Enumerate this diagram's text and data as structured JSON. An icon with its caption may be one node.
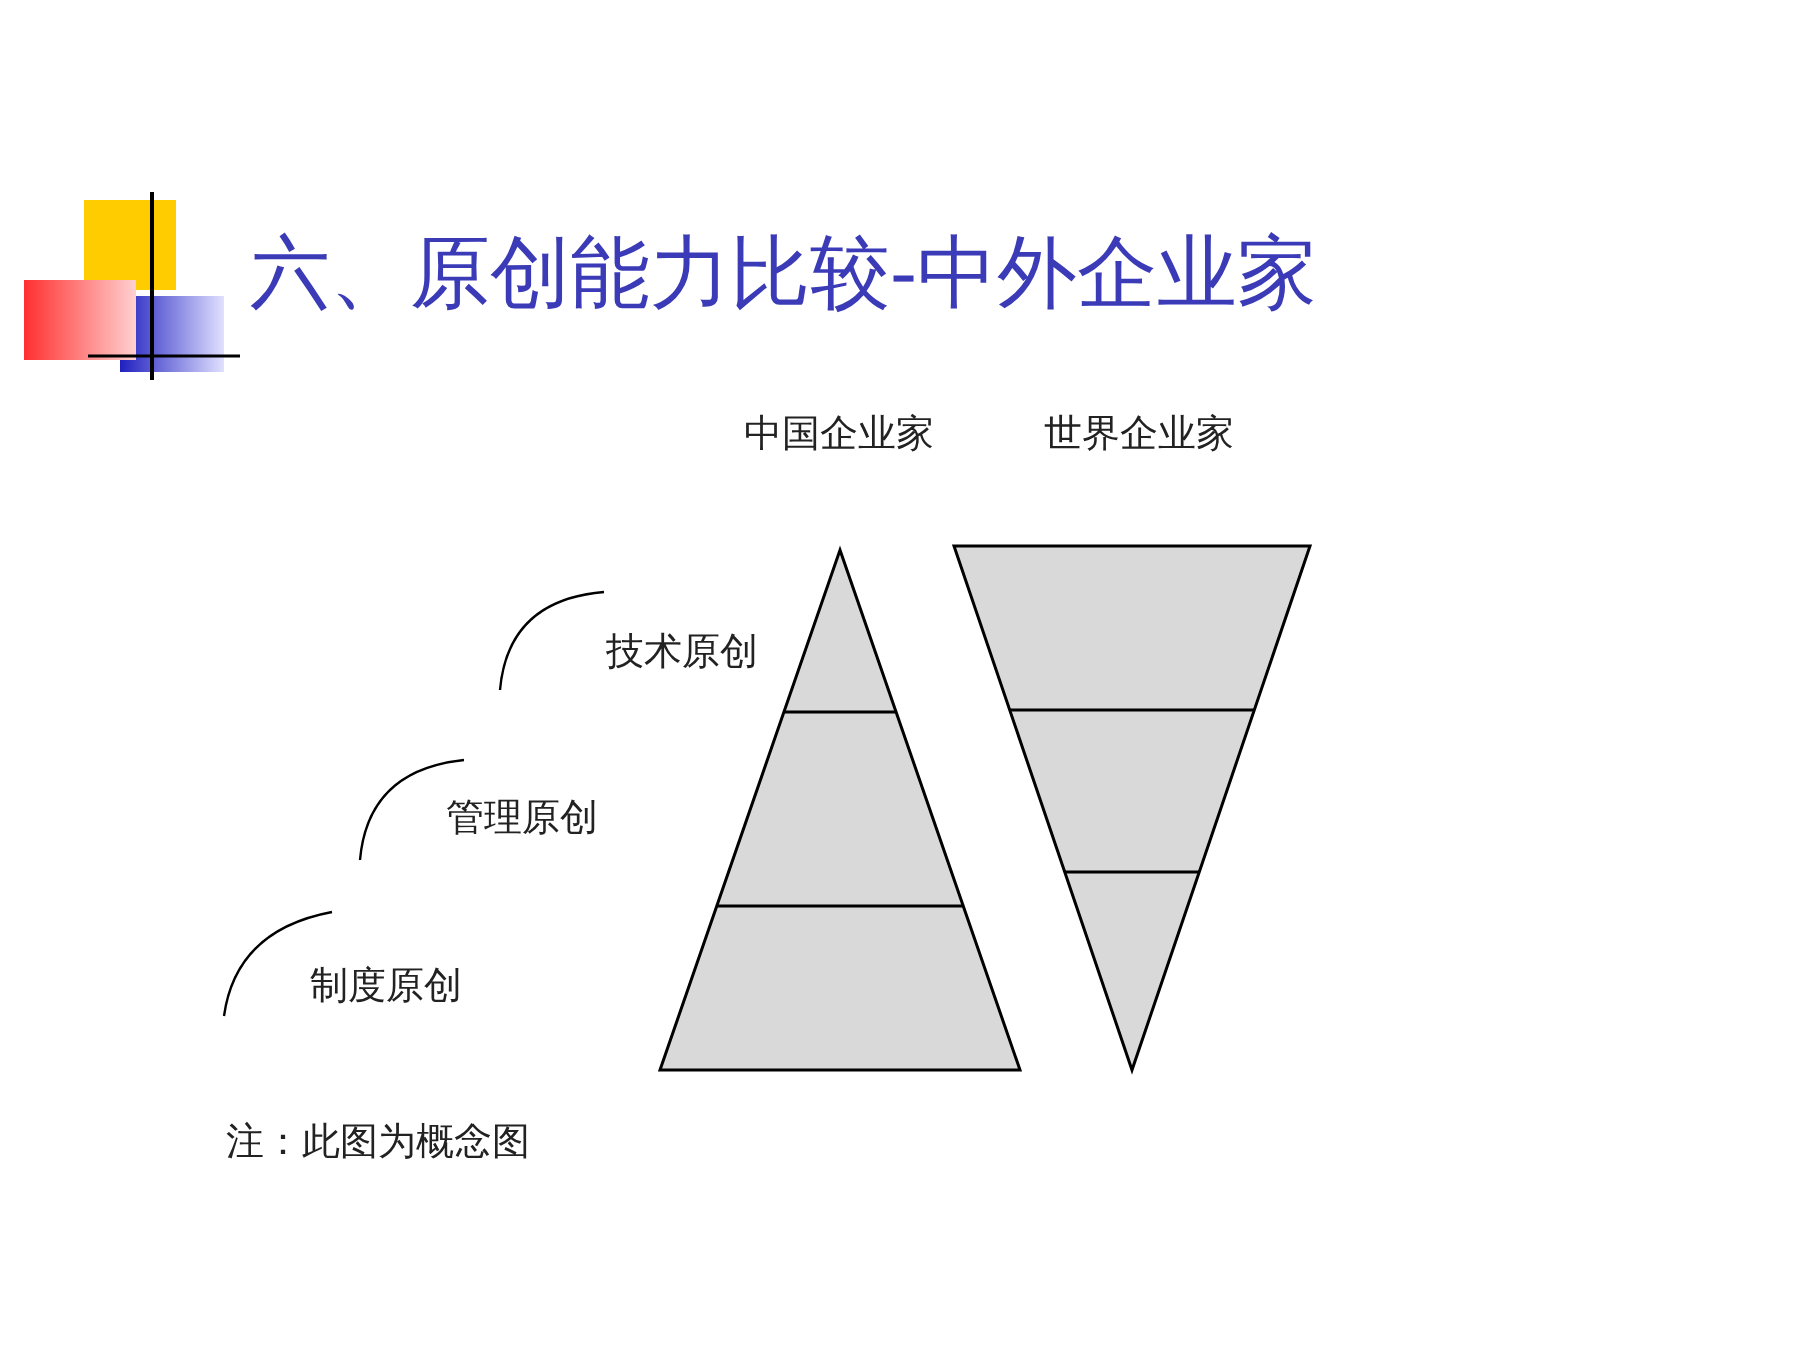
{
  "diagram": {
    "title": "六、原创能力比较-中外企业家",
    "labels": [
      "中国企业家",
      "世界企业家",
      "技术原创",
      "管理原创",
      "制度原创",
      "注：此图为概念图"
    ]
  }
}
